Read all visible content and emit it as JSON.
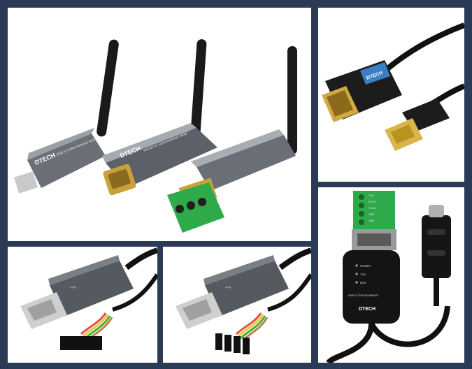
{
  "panels": {
    "wireless": {
      "brand1": "DTECH",
      "brand2": "DTECH",
      "label1": "USB to LoRa wireless serial",
      "label2": "RS232 to LoRa wireless serial"
    },
    "rs232": {
      "brand": "DTECH"
    },
    "ftdi_a": {},
    "ftdi_b": {},
    "rs485": {
      "brand": "DTECH",
      "leds": [
        "POWER",
        "TXD",
        "RXD"
      ],
      "model": "USB2.0 TO RS232/485/422",
      "terminals": [
        "GND",
        "RXD-B",
        "TXD-A",
        "485B",
        "485A"
      ]
    }
  }
}
